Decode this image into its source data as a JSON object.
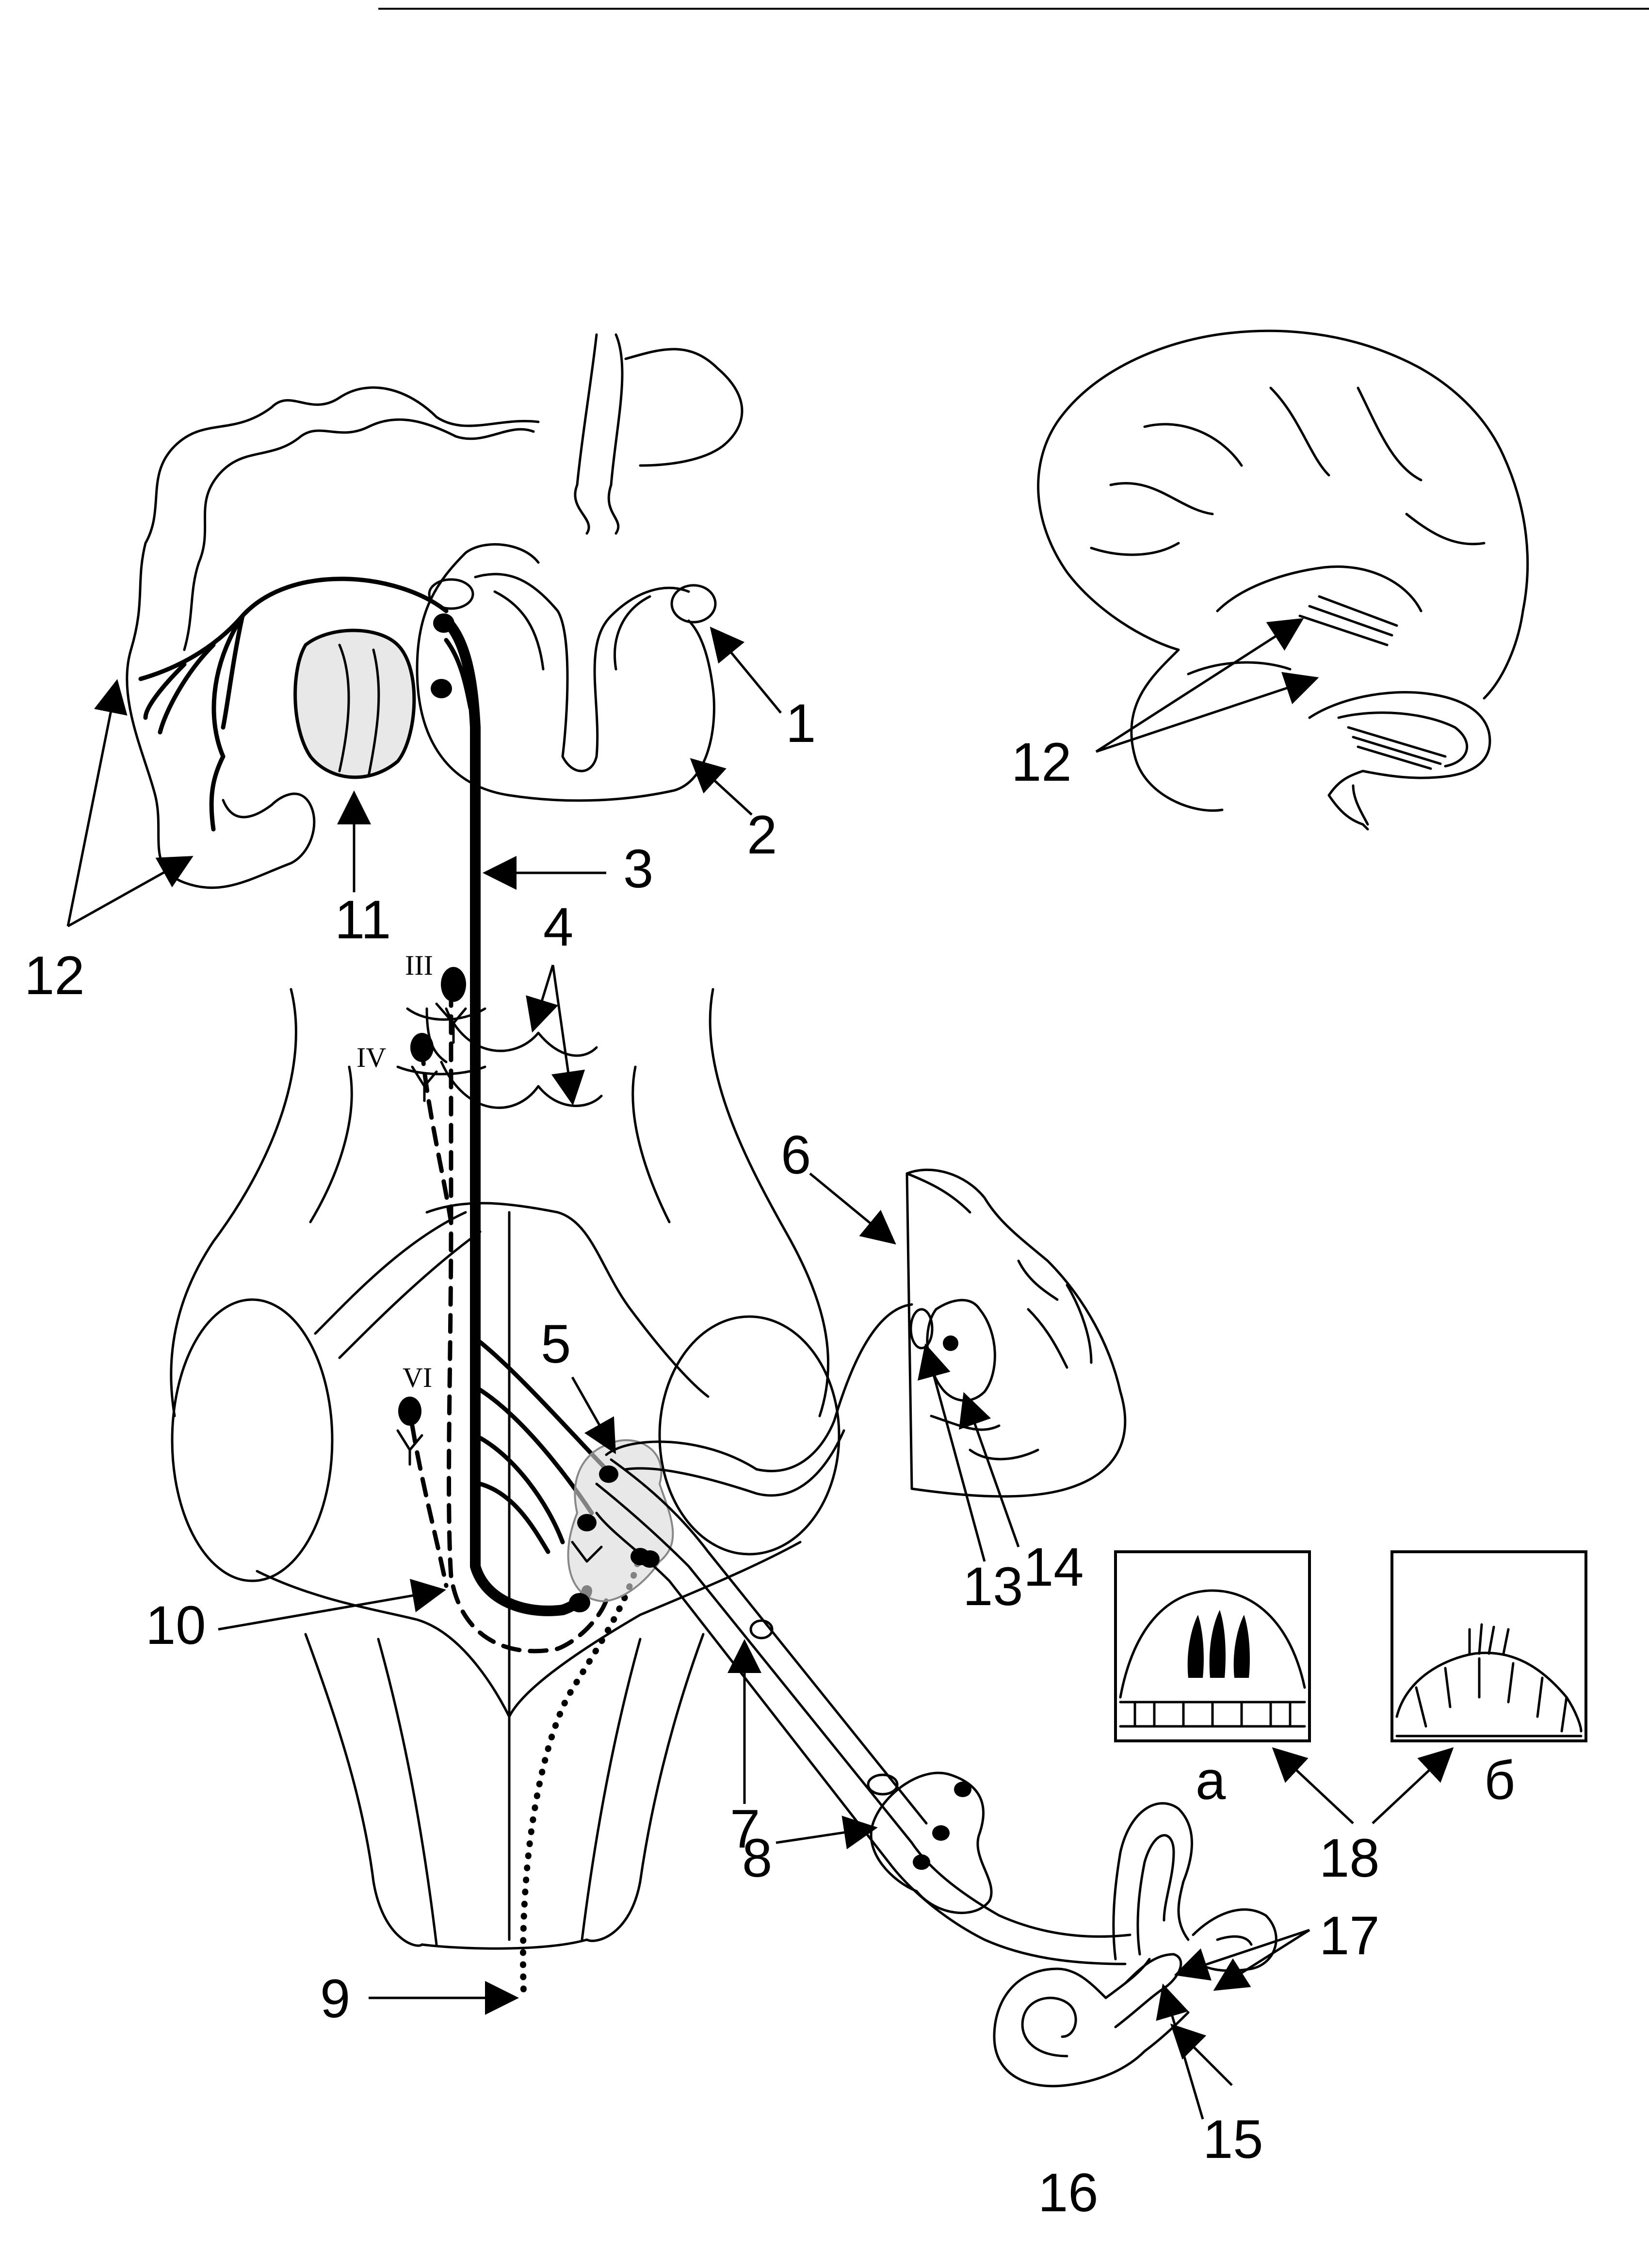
{
  "labels": {
    "l1": "1",
    "l2": "2",
    "l3": "3",
    "l4": "4",
    "l5": "5",
    "l6": "6",
    "l7": "7",
    "l8": "8",
    "l9": "9",
    "l10": "10",
    "l11": "11",
    "l12_left": "12",
    "l12_right": "12",
    "l13": "13",
    "l14": "14",
    "l15": "15",
    "l16": "16",
    "l17": "17",
    "l18": "18"
  },
  "nerve_nuclei": {
    "III": "III",
    "IV": "IV",
    "VI": "VI"
  },
  "insets": {
    "a": "а",
    "b": "б"
  }
}
